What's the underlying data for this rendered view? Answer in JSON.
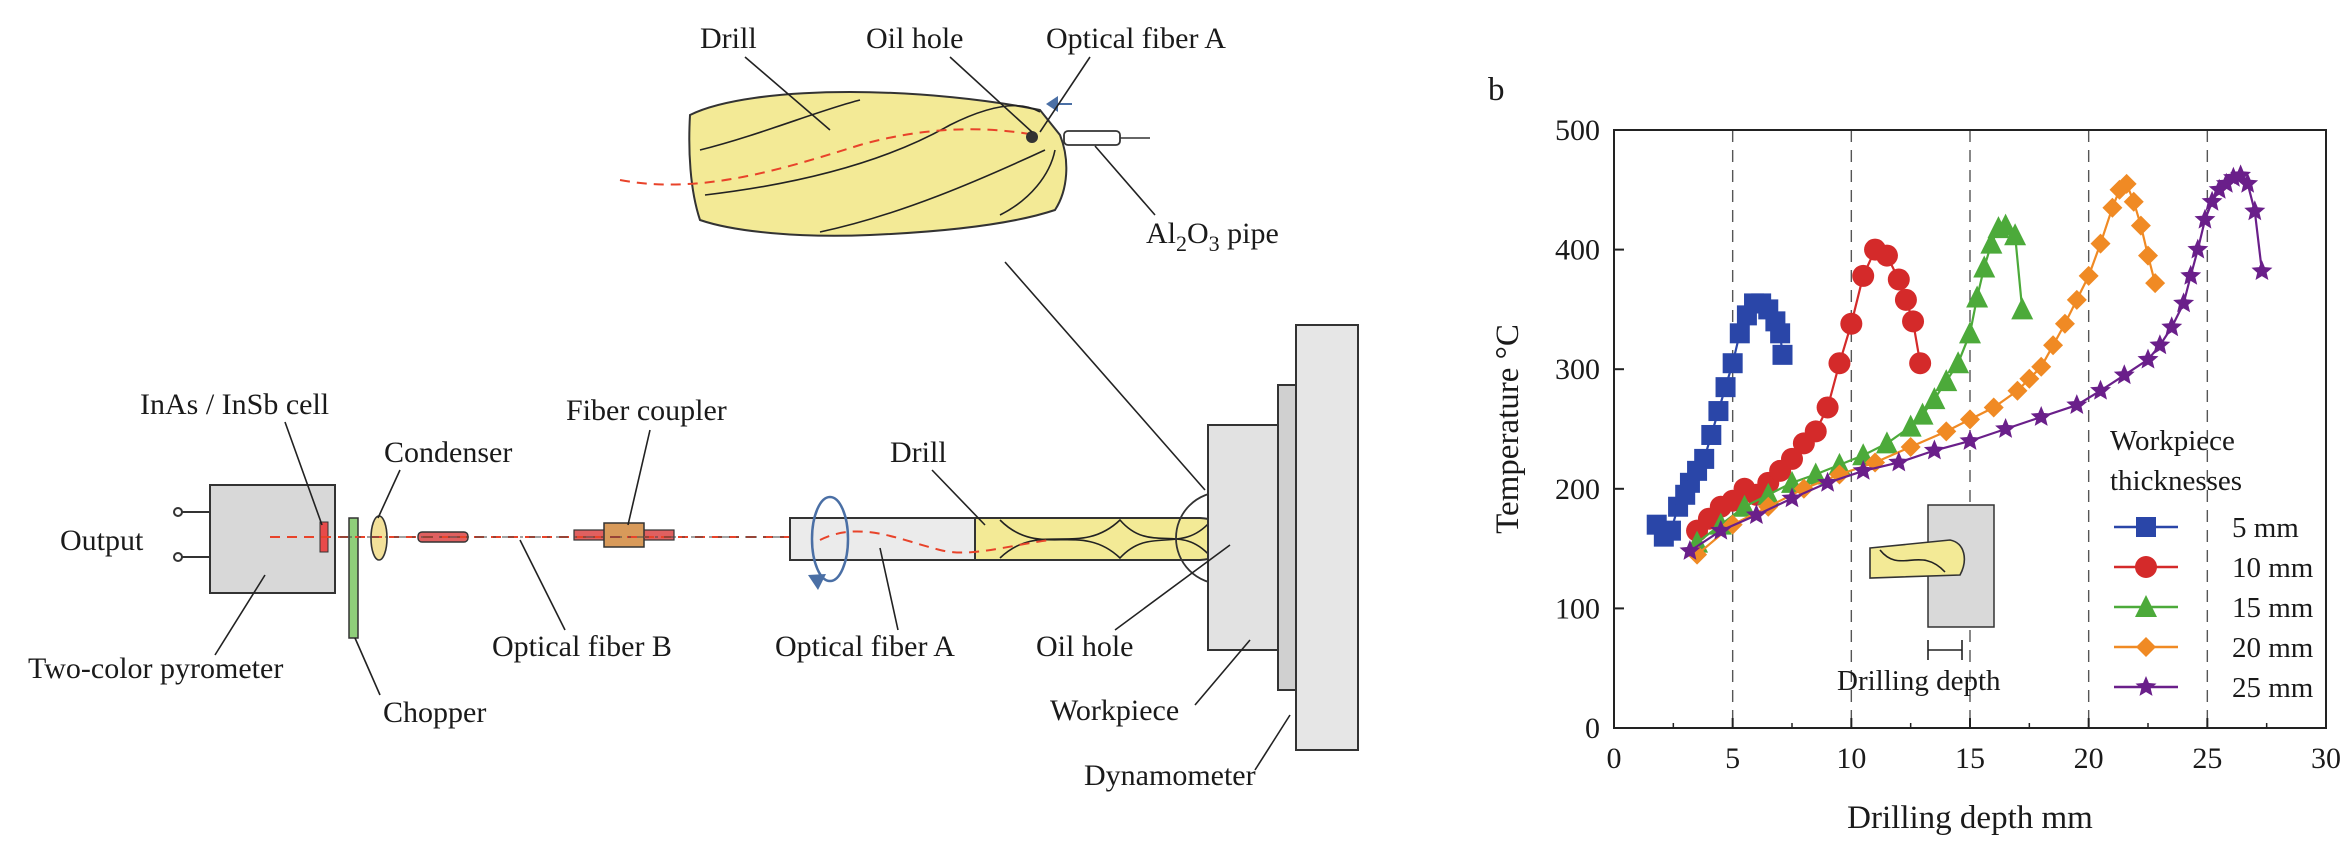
{
  "diagram": {
    "labels": {
      "drill_top": "Drill",
      "oil_hole_top": "Oil hole",
      "optical_fiber_a_top": "Optical fiber A",
      "al2o3_pipe": "Al2O3 pipe",
      "inas_insb_cell": "InAs / InSb cell",
      "condenser": "Condenser",
      "fiber_coupler": "Fiber coupler",
      "drill_mid": "Drill",
      "output": "Output",
      "two_color_pyrometer": "Two-color pyrometer",
      "chopper": "Chopper",
      "optical_fiber_b": "Optical fiber B",
      "optical_fiber_a_mid": "Optical fiber A",
      "oil_hole_mid": "Oil hole",
      "workpiece": "Workpiece",
      "dynamometer": "Dynamometer"
    },
    "colors": {
      "drill_fill": "#f3ea96",
      "laser": "#e8432a",
      "arrow": "#4a6fa5"
    }
  },
  "chart_data": {
    "type": "scatter",
    "panel_label": "b",
    "xlabel": "Drilling depth  mm",
    "ylabel": "Temperature  °C",
    "xlim": [
      0,
      30
    ],
    "ylim": [
      0,
      500
    ],
    "xticks": [
      0,
      5,
      10,
      15,
      20,
      25,
      30
    ],
    "yticks": [
      0,
      100,
      200,
      300,
      400,
      500
    ],
    "vlines": [
      5,
      10,
      15,
      20,
      25
    ],
    "inset_label": "Drilling depth",
    "legend": {
      "title_line1": "Workpiece",
      "title_line2": "thicknesses",
      "position": "lower-right"
    },
    "series": [
      {
        "name": "5 mm",
        "color": "#2a46a8",
        "marker": "square",
        "x": [
          1.8,
          2.1,
          2.4,
          2.7,
          3.0,
          3.2,
          3.5,
          3.8,
          4.1,
          4.4,
          4.7,
          5.0,
          5.3,
          5.6,
          5.9,
          6.2,
          6.5,
          6.8,
          7.0,
          7.1
        ],
        "y": [
          170,
          160,
          165,
          185,
          195,
          205,
          215,
          225,
          245,
          265,
          285,
          305,
          330,
          345,
          355,
          355,
          350,
          340,
          330,
          312
        ]
      },
      {
        "name": "10 mm",
        "color": "#d42a2a",
        "marker": "circle",
        "x": [
          3.5,
          4.0,
          4.5,
          5.0,
          5.5,
          6.0,
          6.5,
          7.0,
          7.5,
          8.0,
          8.5,
          9.0,
          9.5,
          10.0,
          10.5,
          11.0,
          11.5,
          12.0,
          12.3,
          12.6,
          12.9
        ],
        "y": [
          165,
          175,
          185,
          190,
          200,
          195,
          205,
          215,
          225,
          238,
          248,
          268,
          305,
          338,
          378,
          400,
          395,
          375,
          358,
          340,
          305
        ]
      },
      {
        "name": "15 mm",
        "color": "#4caa3a",
        "marker": "triangle",
        "x": [
          3.5,
          4.5,
          5.5,
          6.5,
          7.5,
          8.5,
          9.5,
          10.5,
          11.5,
          12.5,
          13.0,
          13.5,
          14.0,
          14.5,
          15.0,
          15.3,
          15.6,
          15.9,
          16.2,
          16.5,
          16.9,
          17.2
        ],
        "y": [
          155,
          170,
          185,
          195,
          205,
          212,
          220,
          228,
          238,
          252,
          262,
          275,
          290,
          305,
          330,
          360,
          385,
          405,
          418,
          420,
          412,
          350
        ]
      },
      {
        "name": "20 mm",
        "color": "#f08a24",
        "marker": "diamond",
        "x": [
          3.5,
          5.0,
          6.5,
          8.0,
          9.5,
          11.0,
          12.5,
          14.0,
          15.0,
          16.0,
          17.0,
          17.5,
          18.0,
          18.5,
          19.0,
          19.5,
          20.0,
          20.5,
          21.0,
          21.3,
          21.6,
          21.9,
          22.2,
          22.5,
          22.8
        ],
        "y": [
          145,
          170,
          185,
          200,
          212,
          222,
          235,
          248,
          258,
          268,
          282,
          292,
          302,
          320,
          338,
          358,
          378,
          405,
          435,
          450,
          455,
          440,
          420,
          395,
          372
        ]
      },
      {
        "name": "25 mm",
        "color": "#6a1f8a",
        "marker": "star",
        "x": [
          3.2,
          4.5,
          6.0,
          7.5,
          9.0,
          10.5,
          12.0,
          13.5,
          15.0,
          16.5,
          18.0,
          19.5,
          20.5,
          21.5,
          22.5,
          23.0,
          23.5,
          24.0,
          24.3,
          24.6,
          24.9,
          25.2,
          25.5,
          25.8,
          26.1,
          26.4,
          26.7,
          27.0,
          27.3
        ],
        "y": [
          148,
          165,
          178,
          192,
          205,
          215,
          222,
          232,
          240,
          250,
          260,
          270,
          282,
          295,
          308,
          320,
          335,
          355,
          378,
          400,
          425,
          440,
          450,
          455,
          460,
          462,
          455,
          432,
          382
        ]
      }
    ],
    "legend_entries": [
      "5 mm",
      "10 mm",
      "15 mm",
      "20 mm",
      "25 mm"
    ]
  }
}
